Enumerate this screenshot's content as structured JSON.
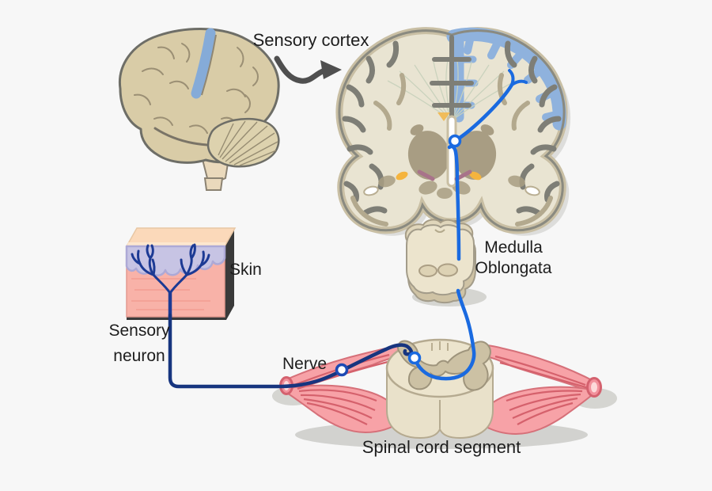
{
  "title": "Sensory pathway diagram",
  "background": "#f7f7f7",
  "labels": {
    "sensory_cortex": "Sensory cortex",
    "medulla_oblongata": [
      "Medulla",
      "Oblongata"
    ],
    "skin": "Skin",
    "sensory_neuron": [
      "Sensory",
      "neuron"
    ],
    "nerve": "Nerve",
    "spinal_cord_segment": "Spinal cord segment"
  },
  "figures": {
    "lateral-brain-icon": "side view of brain with blue sensory-cortex strip",
    "arrow-icon": "curved gray arrow from label to coronal brain",
    "coronal-brain-icon": "coronal brain section with blue highlighted cortex band",
    "medulla-icon": "medulla oblongata block",
    "skin-block-icon": "3D skin block with epidermis and free nerve endings",
    "spinal-cord-icon": "spinal cord segment with pink spinal nerves",
    "pathway-icon": "blue two-neuron sensory pathway with synapse nodes"
  },
  "colors": {
    "background": "#f7f7f7",
    "pathway_dark_blue": "#17357f",
    "pathway_light_blue": "#1a6ae0",
    "cortex_highlight_blue": "#8fb2dd",
    "lateral_brain_beige": "#d9cca7",
    "coronal_cream": "#e9e4d2",
    "rim_tan": "#c9bfa4",
    "sulci_gray": "#7e7e76",
    "deep_nuclei_tan": "#a89d83",
    "orange_nucleus": "#f5b43e",
    "mauve_nucleus": "#a8738a",
    "skin_pink": "#f8b2a8",
    "skin_epidermis_lavender": "#c7c4e4",
    "skin_top_peach": "#fbd9ba",
    "nerve_pink": "#f7a2a7",
    "nerve_streak_red": "#d5616c",
    "gray_matter_tan": "#ccc1a4",
    "arrow_gray": "#4f4f4f",
    "label_text": "#1d1d1d"
  }
}
